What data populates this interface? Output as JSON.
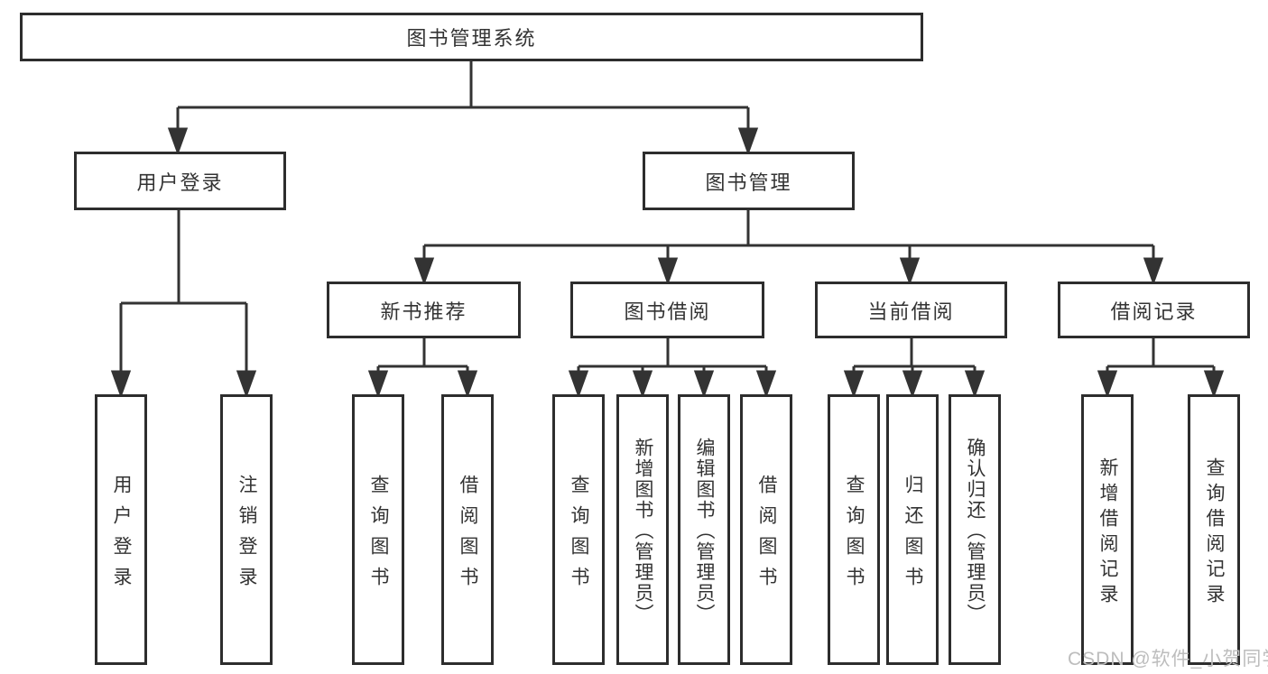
{
  "colors": {
    "background": "#ffffff",
    "line": "#333333",
    "box_border": "#2d2d2d",
    "box_fill": "#ffffff",
    "text": "#333333",
    "watermark": "#bdbdbd"
  },
  "watermark": "CSDN @软件_小贺同学",
  "tree": {
    "root": "图书管理系统",
    "level2": [
      {
        "label": "用户登录",
        "children": [
          "用户登录",
          "注销登录"
        ]
      },
      {
        "label": "图书管理"
      }
    ],
    "modules": [
      {
        "label": "新书推荐",
        "children": [
          "查询图书",
          "借阅图书"
        ]
      },
      {
        "label": "图书借阅",
        "children": [
          "查询图书",
          "新增图书（管理员）",
          "编辑图书（管理员）",
          "借阅图书"
        ]
      },
      {
        "label": "当前借阅",
        "children": [
          "查询图书",
          "归还图书",
          "确认归还（管理员）"
        ]
      },
      {
        "label": "借阅记录",
        "children": [
          "新增借阅记录",
          "查询借阅记录"
        ]
      }
    ]
  }
}
